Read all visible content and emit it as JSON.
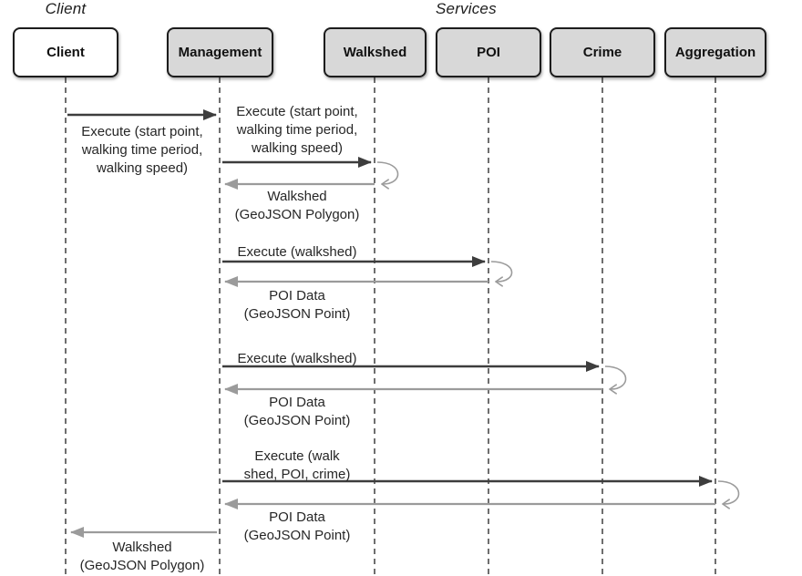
{
  "diagram": {
    "type": "uml-sequence-diagram",
    "header": {
      "client_group_label": "Client",
      "services_group_label": "Services"
    },
    "participants": [
      {
        "label": "Client"
      },
      {
        "label": "Management"
      },
      {
        "label": "Walkshed"
      },
      {
        "label": "POI"
      },
      {
        "label": "Crime"
      },
      {
        "label": "Aggregation"
      }
    ],
    "messages": [
      {
        "from": "Client",
        "to": "Management",
        "kind": "request",
        "lines": [
          "Execute (start point,",
          "walking time period,",
          "walking speed)"
        ]
      },
      {
        "from": "Management",
        "to": "Walkshed",
        "kind": "request",
        "lines": [
          "Execute (start point,",
          "walking time period,",
          "walking speed)"
        ]
      },
      {
        "from": "Walkshed",
        "to": "Management",
        "kind": "return",
        "lines": [
          "Walkshed",
          "(GeoJSON Polygon)"
        ]
      },
      {
        "from": "Management",
        "to": "POI",
        "kind": "request",
        "lines": [
          "Execute (walkshed)"
        ]
      },
      {
        "from": "POI",
        "to": "Management",
        "kind": "return",
        "lines": [
          "POI Data",
          "(GeoJSON Point)"
        ]
      },
      {
        "from": "Management",
        "to": "Crime",
        "kind": "request",
        "lines": [
          "Execute (walkshed)"
        ]
      },
      {
        "from": "Crime",
        "to": "Management",
        "kind": "return",
        "lines": [
          "POI Data",
          "(GeoJSON Point)"
        ]
      },
      {
        "from": "Management",
        "to": "Aggregation",
        "kind": "request",
        "lines": [
          "Execute (walk",
          "shed, POI, crime)"
        ]
      },
      {
        "from": "Aggregation",
        "to": "Management",
        "kind": "return",
        "lines": [
          "POI Data",
          "(GeoJSON Point)"
        ]
      },
      {
        "from": "Management",
        "to": "Client",
        "kind": "return",
        "lines": [
          "Walkshed",
          "(GeoJSON Polygon)"
        ]
      }
    ],
    "colors": {
      "request_arrow": "#3d3d3d",
      "return_arrow": "#9b9b9b",
      "self_loop": "#9b9b9b",
      "service_box_fill": "#d8d8d8",
      "client_box_fill": "#ffffff",
      "box_border": "#1c1c1c",
      "lifeline": "#4a4a4a",
      "text": "#262626"
    }
  }
}
